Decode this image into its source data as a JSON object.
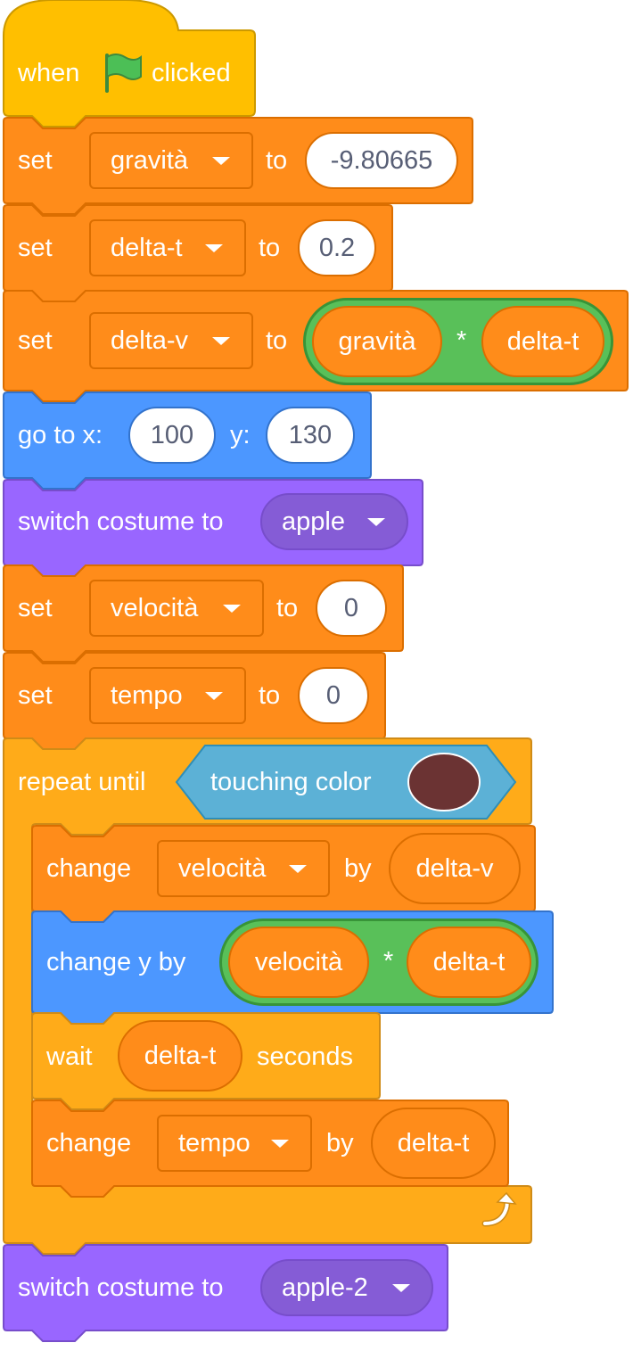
{
  "hat": {
    "when": "when",
    "clicked": "clicked",
    "flag_icon": "green-flag-icon"
  },
  "set_gravita": {
    "set": "set",
    "var": "gravità",
    "to": "to",
    "value": "-9.80665"
  },
  "set_deltat": {
    "set": "set",
    "var": "delta-t",
    "to": "to",
    "value": "0.2"
  },
  "set_deltav": {
    "set": "set",
    "var": "delta-v",
    "to": "to",
    "op_left": "gravità",
    "op": "*",
    "op_right": "delta-t"
  },
  "goto": {
    "label_x": "go to x:",
    "x": "100",
    "label_y": "y:",
    "y": "130"
  },
  "costume1": {
    "label": "switch costume to",
    "value": "apple"
  },
  "set_velocita": {
    "set": "set",
    "var": "velocità",
    "to": "to",
    "value": "0"
  },
  "set_tempo": {
    "set": "set",
    "var": "tempo",
    "to": "to",
    "value": "0"
  },
  "repeat": {
    "label": "repeat until",
    "condition": "touching color",
    "color": "#6b3333",
    "loop_icon": "loop-arrow-icon"
  },
  "change_velocita": {
    "change": "change",
    "var": "velocità",
    "by": "by",
    "value": "delta-v"
  },
  "change_y": {
    "label": "change y by",
    "op_left": "velocità",
    "op": "*",
    "op_right": "delta-t"
  },
  "wait": {
    "wait": "wait",
    "value": "delta-t",
    "seconds": "seconds"
  },
  "change_tempo": {
    "change": "change",
    "var": "tempo",
    "by": "by",
    "value": "delta-t"
  },
  "costume2": {
    "label": "switch costume to",
    "value": "apple-2"
  },
  "colors": {
    "events": "#ffbf00",
    "variables": "#ff8c1a",
    "motion": "#4c97ff",
    "looks": "#9966ff",
    "control": "#ffab19",
    "operators": "#59c059",
    "sensing": "#5cb1d6"
  }
}
